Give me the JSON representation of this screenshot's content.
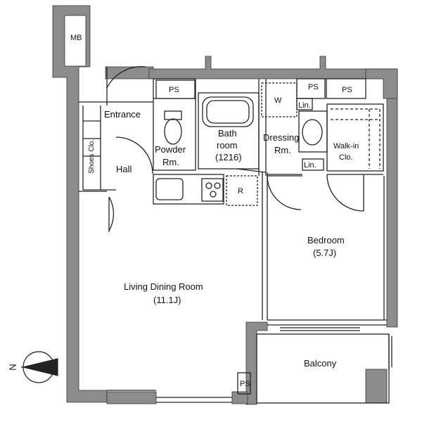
{
  "rooms": {
    "mb": "MB",
    "entrance": "Entrance",
    "shoes": "Shoes Clo.",
    "hall": "Hall",
    "powder_1": "Powder",
    "powder_2": "Rm.",
    "bath_1": "Bath",
    "bath_2": "room",
    "bath_3": "(1216)",
    "dressing_1": "Dressing",
    "dressing_2": "Rm.",
    "w": "W",
    "lin_top": "Lin.",
    "lin_bottom": "Lin.",
    "ps_left": "PS",
    "ps_mid": "PS",
    "ps_right": "PS",
    "ps_bottom": "PS",
    "walkin_1": "Walk-in",
    "walkin_2": "Clo.",
    "fridge": "R",
    "bedroom_1": "Bedroom",
    "bedroom_2": "(5.7J)",
    "living_1": "Living Dining Room",
    "living_2": "(11.1J)",
    "balcony": "Balcony",
    "compass": "N"
  },
  "colors": {
    "wall": "#8c8c8c",
    "line": "#222222"
  }
}
